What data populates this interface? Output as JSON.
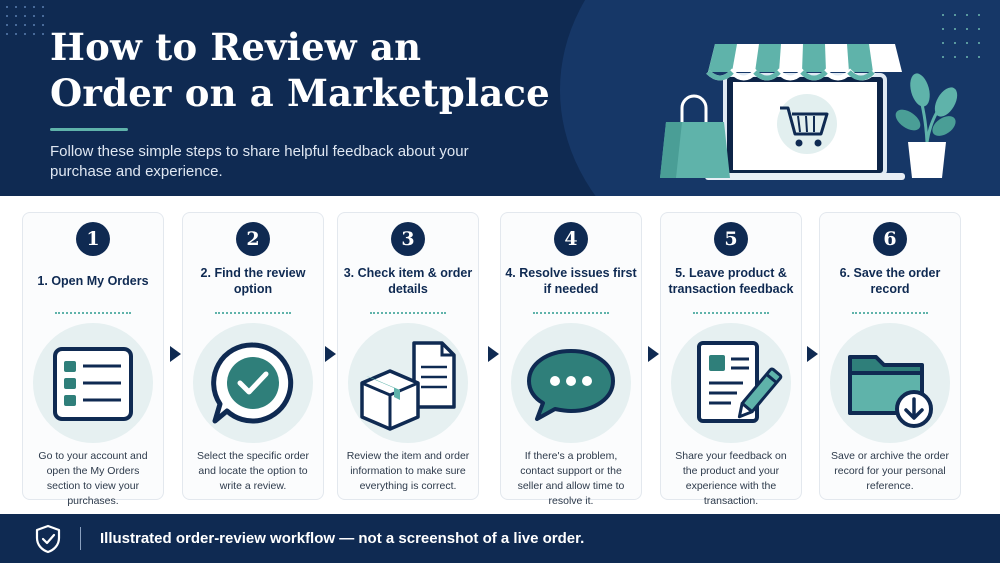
{
  "header": {
    "title_line1": "How to Review an",
    "title_line2": "Order on a Marketplace",
    "subtitle": "Follow these simple steps to share helpful feedback about your purchase and experience.",
    "illustration_icons": [
      "storefront-icon",
      "shopping-cart-icon",
      "shopping-bag-icon",
      "potted-plant-icon"
    ]
  },
  "steps": [
    {
      "number": "1",
      "title": "1. Open My Orders",
      "description": "Go to your account and open the My Orders section to view your purchases.",
      "icon": "order-list-icon"
    },
    {
      "number": "2",
      "title": "2. Find the review option",
      "description": "Select the specific order and locate the option to write a review.",
      "icon": "checkmark-bubble-icon"
    },
    {
      "number": "3",
      "title": "3. Check item & order details",
      "description": "Review the item and order information to make sure everything is correct.",
      "icon": "package-document-icon"
    },
    {
      "number": "4",
      "title": "4. Resolve issues first if needed",
      "description": "If there's a problem, contact support or the seller and allow time to resolve it.",
      "icon": "chat-bubble-icon"
    },
    {
      "number": "5",
      "title": "5. Leave product & transaction feedback",
      "description": "Share your feedback on the product and your experience with the transaction.",
      "icon": "document-pencil-icon"
    },
    {
      "number": "6",
      "title": "6. Save the order record",
      "description": "Save or archive the order record for your personal reference.",
      "icon": "folder-download-icon"
    }
  ],
  "footer": {
    "note": "Illustrated order-review workflow — not a screenshot of a live order.",
    "icon": "shield-check-icon"
  },
  "colors": {
    "navy": "#0f2a52",
    "teal": "#5fb3aa",
    "teal_dark": "#2f7f7a",
    "icon_bg": "#e6f0f1",
    "card_bg": "#fbfcfd",
    "text": "#2d3a4b"
  }
}
